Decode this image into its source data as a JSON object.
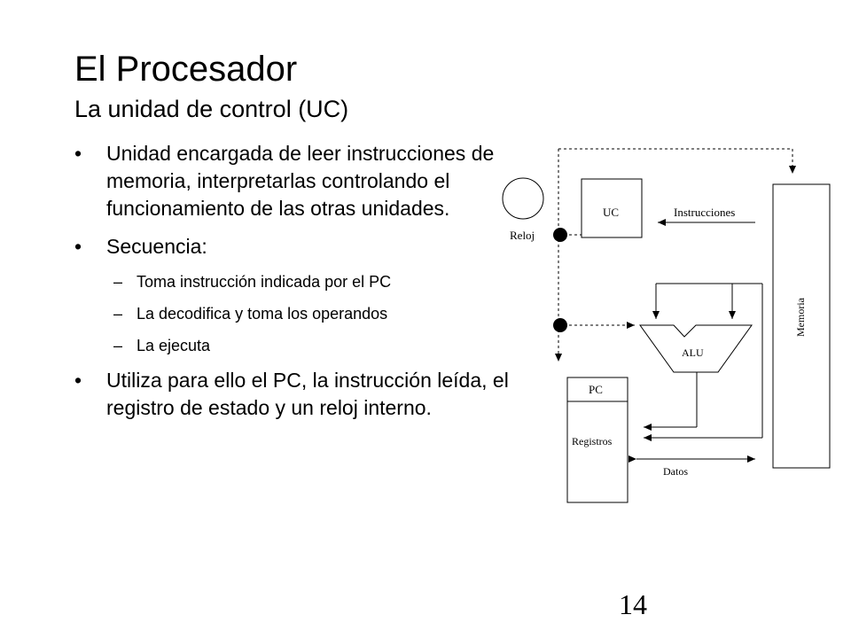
{
  "slide": {
    "title": "El Procesador",
    "subtitle": "La unidad de control (UC)",
    "page_number": "14"
  },
  "bullets": [
    {
      "level": 1,
      "text": "Unidad encargada de leer instrucciones de memoria, interpretarlas controlando el funcionamiento de las otras unidades."
    },
    {
      "level": 1,
      "text": "Secuencia:"
    },
    {
      "level": 2,
      "text": "Toma instrucción indicada por el PC"
    },
    {
      "level": 2,
      "text": "La decodifica y toma los operandos"
    },
    {
      "level": 2,
      "text": "La ejecuta"
    },
    {
      "level": 1,
      "text": "Utiliza para ello el PC, la instrucción leída, el registro de estado y un reloj interno."
    }
  ],
  "diagram": {
    "uc_label": "UC",
    "clock_label": "Reloj",
    "instructions_label": "Instrucciones",
    "memory_label": "Memoria",
    "alu_label": "ALU",
    "pc_label": "PC",
    "registers_label": "Registros",
    "data_label": "Datos",
    "dash_marker": "–"
  }
}
